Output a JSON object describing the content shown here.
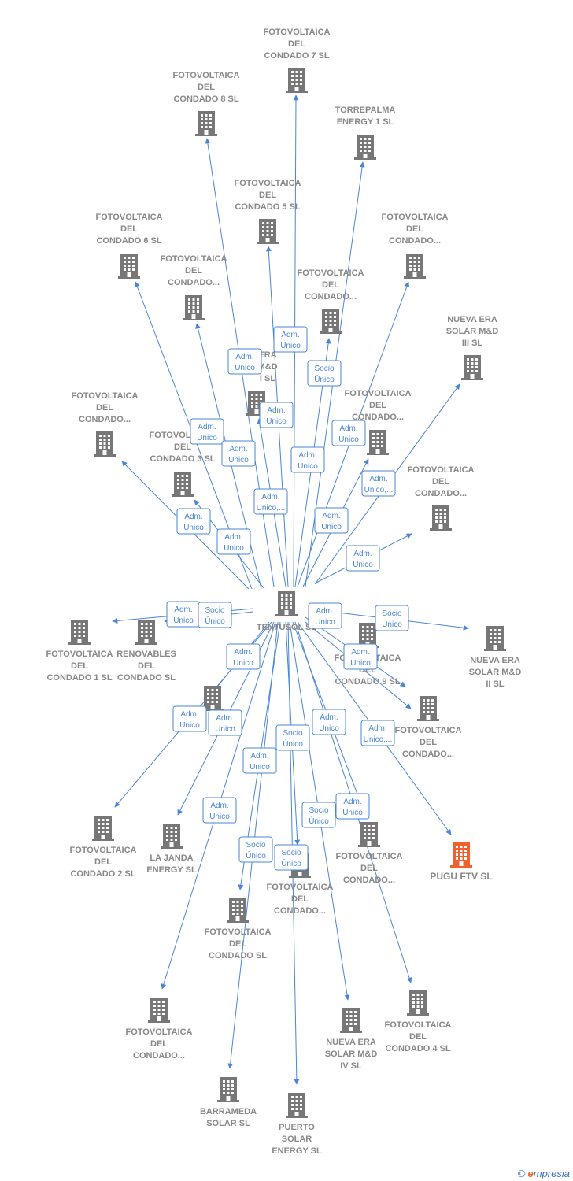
{
  "colors": {
    "edge": "#4a86d4",
    "node": "#777777",
    "highlight": "#f0612d",
    "label": "#888888"
  },
  "icons": {
    "node": "building-icon"
  },
  "center": {
    "id": "tentusol",
    "label": [
      "TENTUSOL SL"
    ]
  },
  "nodes": [
    {
      "id": "c7",
      "label": [
        "FOTOVOLTAICA",
        "DEL",
        "CONDADO 7 SL"
      ]
    },
    {
      "id": "c8",
      "label": [
        "FOTOVOLTAICA",
        "DEL",
        "CONDADO 8 SL"
      ]
    },
    {
      "id": "tp1",
      "label": [
        "TORREPALMA",
        "ENERGY 1  SL"
      ]
    },
    {
      "id": "c5",
      "label": [
        "FOTOVOLTAICA",
        "DEL",
        "CONDADO 5 SL"
      ]
    },
    {
      "id": "c6",
      "label": [
        "FOTOVOLTAICA",
        "DEL",
        "CONDADO 6 SL"
      ]
    },
    {
      "id": "cx1",
      "label": [
        "FOTOVOLTAICA",
        "DEL",
        "CONDADO..."
      ]
    },
    {
      "id": "cx2",
      "label": [
        "FOTOVOLTAICA",
        "DEL",
        "CONDADO..."
      ]
    },
    {
      "id": "cx3",
      "label": [
        "FOTOVOLTAICA",
        "DEL",
        "CONDADO..."
      ]
    },
    {
      "id": "ne3",
      "label": [
        "NUEVA ERA",
        "SOLAR M&D",
        "III  SL"
      ]
    },
    {
      "id": "ne1",
      "label": [
        "ERA",
        "M&D",
        "I SL"
      ]
    },
    {
      "id": "cx4",
      "label": [
        "FOTOVOLTAICA",
        "DEL",
        "CONDADO..."
      ]
    },
    {
      "id": "cx5",
      "label": [
        "FOTOVOLTAICA",
        "DEL",
        "CONDADO..."
      ]
    },
    {
      "id": "c3",
      "label": [
        "FOTOVOLTAICA",
        "DEL",
        "CONDADO 3 SL"
      ]
    },
    {
      "id": "cx6",
      "label": [
        "FOTOVOLTAICA",
        "DEL",
        "CONDADO..."
      ]
    },
    {
      "id": "c1",
      "label": [
        "FOTOVOLTAICA",
        "DEL",
        "CONDADO 1 SL"
      ]
    },
    {
      "id": "ren",
      "label": [
        "RENOVABLES",
        "DEL",
        "CONDADO SL"
      ]
    },
    {
      "id": "ne2",
      "label": [
        "NUEVA ERA",
        "SOLAR M&D",
        "II  SL"
      ]
    },
    {
      "id": "c9",
      "label": [
        "FOTOVOLTAICA",
        "DEL",
        "CONDADO 9 SL"
      ]
    },
    {
      "id": "cx7",
      "label": [
        "FOTOVOLTAICA",
        "DEL",
        "CONDADO..."
      ]
    },
    {
      "id": "pugu",
      "label": [
        "PUGU FTV  SL"
      ],
      "highlight": true
    },
    {
      "id": "c2",
      "label": [
        "FOTOVOLTAICA",
        "DEL",
        "CONDADO 2 SL"
      ]
    },
    {
      "id": "janda",
      "label": [
        "LA JANDA",
        "ENERGY  SL"
      ]
    },
    {
      "id": "cx8",
      "label": [
        "FOTOVOLTAICA",
        "DEL",
        "CONDADO..."
      ]
    },
    {
      "id": "cx9",
      "label": [
        "FOTOVOLTAICA",
        "DEL",
        "CONDADO..."
      ]
    },
    {
      "id": "cds",
      "label": [
        "FOTOVOLTAICA",
        "DEL",
        "CONDADO SL"
      ]
    },
    {
      "id": "cx10",
      "label": [
        "FOTOVOLTAICA",
        "DEL",
        "CONDADO..."
      ]
    },
    {
      "id": "c4",
      "label": [
        "FOTOVOLTAICA",
        "DEL",
        "CONDADO 4 SL"
      ]
    },
    {
      "id": "ne4",
      "label": [
        "NUEVA ERA",
        "SOLAR M&D",
        "IV  SL"
      ]
    },
    {
      "id": "barr",
      "label": [
        "BARRAMEDA",
        "SOLAR  SL"
      ]
    },
    {
      "id": "pse",
      "label": [
        "PUERTO",
        "SOLAR",
        "ENERGY  SL"
      ]
    },
    {
      "id": "hid",
      "label": []
    }
  ],
  "edges": [
    {
      "to": "c7",
      "label": [
        "Adm.",
        "Unico"
      ]
    },
    {
      "to": "c8",
      "label": [
        "Adm.",
        "Unico"
      ]
    },
    {
      "to": "tp1",
      "label": [
        "Socio",
        "Único"
      ]
    },
    {
      "to": "c5",
      "label": [
        "Adm.",
        "Unico"
      ]
    },
    {
      "to": "c6",
      "label": [
        "Adm.",
        "Unico"
      ]
    },
    {
      "to": "cx1",
      "label": [
        "Adm.",
        "Unico"
      ]
    },
    {
      "to": "cx2",
      "label": [
        "Adm.",
        "Unico"
      ]
    },
    {
      "to": "cx3",
      "label": [
        "Adm.",
        "Unico"
      ]
    },
    {
      "to": "ne3",
      "label": [
        "Adm.",
        "Unico,..."
      ]
    },
    {
      "to": "ne1",
      "label": [
        "Adm.",
        "Unico,..."
      ]
    },
    {
      "to": "cx4",
      "label": [
        "Adm.",
        "Unico"
      ]
    },
    {
      "to": "cx5",
      "label": [
        "Adm.",
        "Unico"
      ]
    },
    {
      "to": "c3",
      "label": [
        "Adm.",
        "Unico"
      ]
    },
    {
      "to": "cx6",
      "label": [
        "Adm.",
        "Unico"
      ]
    },
    {
      "to": "c1",
      "label": [
        "Adm.",
        "Unico"
      ]
    },
    {
      "to": "ren",
      "label": [
        "Socio",
        "Único"
      ]
    },
    {
      "to": "ne2",
      "label": [
        "Socio",
        "Único"
      ]
    },
    {
      "to": "c9",
      "label": [
        "Adm.",
        "Unico"
      ]
    },
    {
      "to": "cx7",
      "label": [
        "Adm.",
        "Unico"
      ]
    },
    {
      "to": "pugu",
      "label": [
        "Adm.",
        "Unico,..."
      ]
    },
    {
      "to": "c2",
      "label": [
        "Adm.",
        "Unico"
      ]
    },
    {
      "to": "janda",
      "label": [
        "Adm.",
        "Unico"
      ]
    },
    {
      "to": "hid",
      "label": [
        "Adm.",
        "Unico"
      ]
    },
    {
      "to": "cx8",
      "label": [
        "Adm.",
        "Unico"
      ]
    },
    {
      "to": "cds",
      "label": [
        "Adm.",
        "Unico"
      ]
    },
    {
      "to": "cx9",
      "label": [
        "Socio",
        "Único"
      ]
    },
    {
      "to": "cx10",
      "label": [
        "Adm.",
        "Unico"
      ]
    },
    {
      "to": "c4",
      "label": [
        "Adm.",
        "Unico"
      ]
    },
    {
      "to": "ne4",
      "label": [
        "Socio",
        "Único"
      ]
    },
    {
      "to": "barr",
      "label": [
        "Socio",
        "Único"
      ]
    },
    {
      "to": "pse",
      "label": [
        "Socio",
        "Único"
      ]
    }
  ],
  "footer": {
    "copyright": "©",
    "brand_e": "e",
    "brand_rest": "mpresia"
  }
}
